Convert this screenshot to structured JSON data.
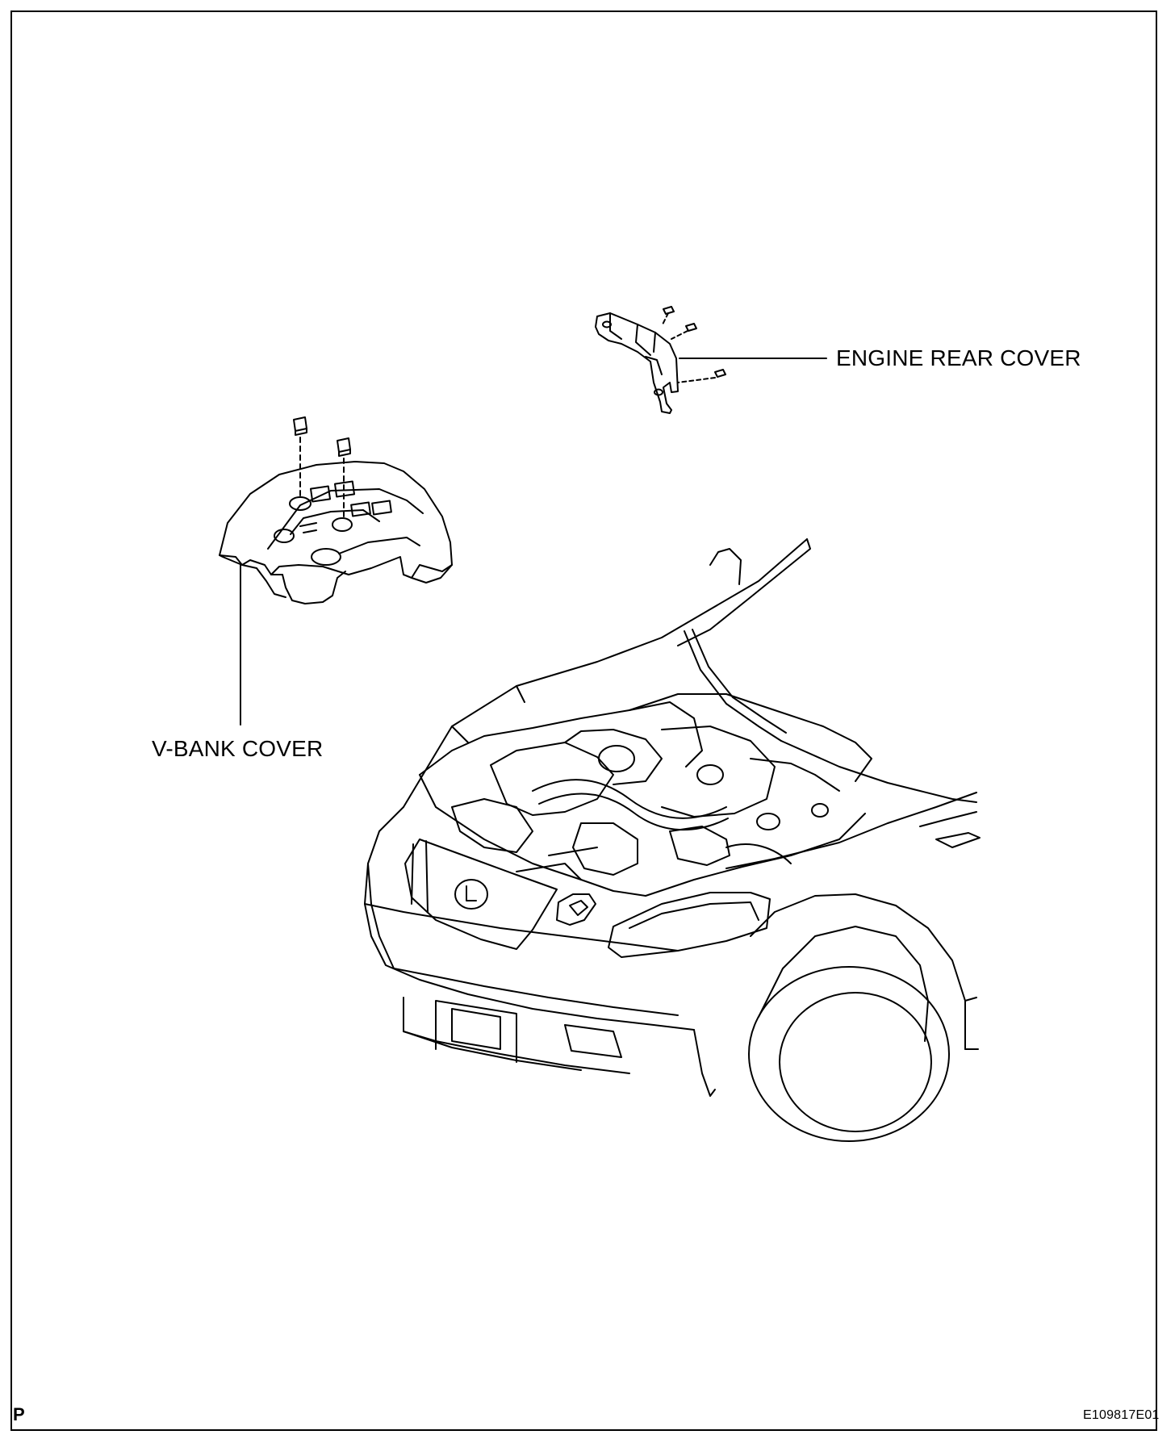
{
  "labels": {
    "engine_rear_cover": "ENGINE REAR COVER",
    "v_bank_cover": "V-BANK COVER",
    "corner_mark": "P",
    "figure_id": "E109817E01"
  },
  "colors": {
    "line": "#000000",
    "background": "#ffffff"
  }
}
